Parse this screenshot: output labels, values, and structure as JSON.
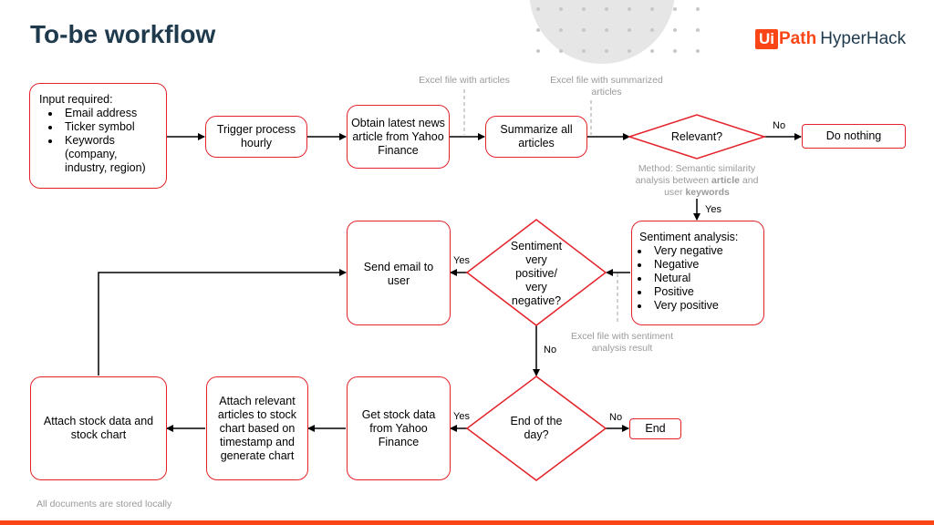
{
  "title": "To-be workflow",
  "logo": {
    "ui": "Ui",
    "path": "Path",
    "hyperhack": "HyperHack"
  },
  "nodes": {
    "input": {
      "heading": "Input required:",
      "items": [
        "Email address",
        "Ticker symbol",
        "Keywords (company, industry, region)"
      ]
    },
    "trigger": "Trigger process hourly",
    "obtain": "Obtain latest news article from Yahoo Finance",
    "summarize": "Summarize all articles",
    "relevant": "Relevant?",
    "do_nothing": "Do nothing",
    "sentiment_analysis": {
      "heading": "Sentiment analysis:",
      "items": [
        "Very negative",
        "Negative",
        "Netural",
        "Positive",
        "Very positive"
      ]
    },
    "sentiment_decision": "Sentiment very positive/ very negative?",
    "send_email": "Send email to user",
    "end_of_day": "End of the day?",
    "end": "End",
    "get_stock": "Get stock data from Yahoo Finance",
    "attach_articles": "Attach relevant articles to stock chart based on timestamp and generate chart",
    "attach_stock": "Attach stock data and stock chart"
  },
  "notes": {
    "excel_articles": "Excel file with articles",
    "excel_summarized": "Excel file with summarized articles",
    "method_prefix": "Method: Semantic similarity analysis between ",
    "method_article": "article",
    "method_mid": " and user ",
    "method_keywords": "keywords",
    "excel_sentiment": "Excel file with sentiment analysis result"
  },
  "labels": {
    "no": "No",
    "yes": "Yes"
  },
  "footer": "All documents are stored locally",
  "colors": {
    "accent": "#e4222a",
    "brand": "#fa4616",
    "title": "#1f3a4d",
    "note": "#9a9a9a"
  }
}
